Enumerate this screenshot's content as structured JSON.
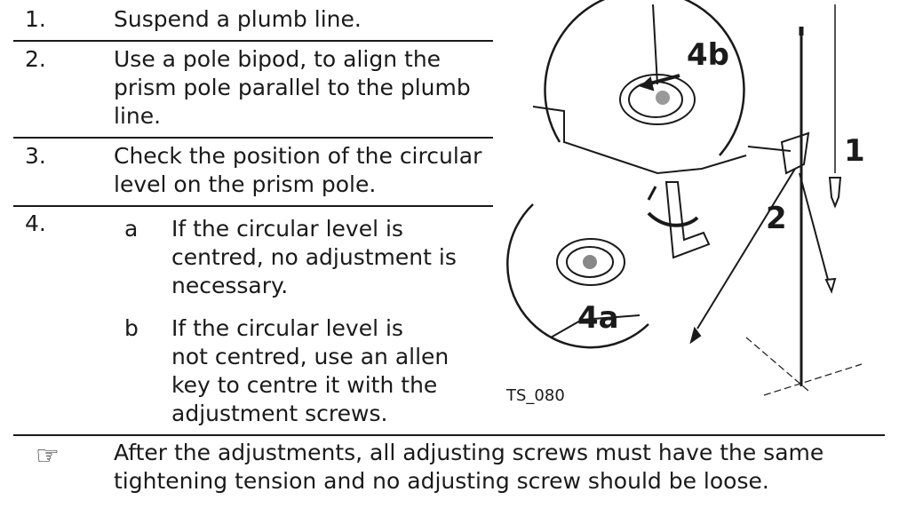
{
  "steps": [
    {
      "num": "1.",
      "lines": [
        "Suspend a plumb line."
      ]
    },
    {
      "num": "2.",
      "lines": [
        "Use a pole bipod, to align the",
        "prism pole parallel to the plumb",
        "line."
      ]
    },
    {
      "num": "3.",
      "lines": [
        "Check the position of the circular",
        "level on the prism pole."
      ]
    },
    {
      "num": "4.",
      "substeps": [
        {
          "letter": "a",
          "lines": [
            "If the circular level is",
            "centred, no adjustment is",
            "necessary."
          ]
        },
        {
          "letter": "b",
          "lines": [
            "If the circular level is",
            "not centred, use an allen",
            "key to centre it with the",
            "adjustment screws."
          ]
        }
      ]
    }
  ],
  "note": {
    "icon": "pointing-hand-icon",
    "symbol": "☞",
    "lines": [
      "After the adjustments, all adjusting screws must have the same",
      "tightening tension and no adjusting screw should be loose."
    ]
  },
  "figure": {
    "caption": "TS_080",
    "callouts": {
      "c4b": "4b",
      "c4a": "4a",
      "c1": "1",
      "c2": "2"
    }
  }
}
